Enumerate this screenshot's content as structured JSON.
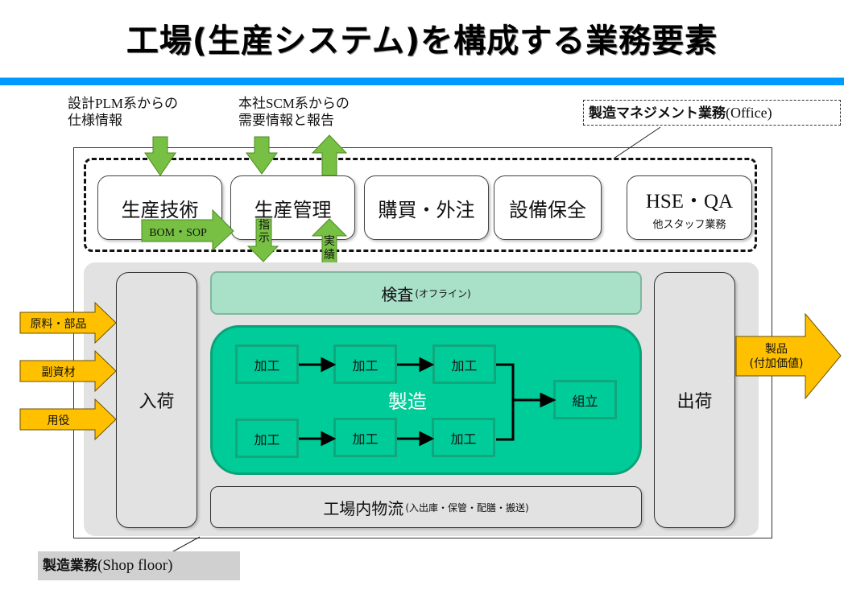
{
  "title": "工場(生産システム)を構成する業務要素",
  "colors": {
    "title_bar": "#0099ff",
    "green_arrow": "#77c043",
    "orange_arrow": "#ffc000",
    "manufacturing": "#00cc99",
    "inspection": "#a8e0c8",
    "shop_floor_bg": "#e2e2e2"
  },
  "inputs_top": {
    "plm_note": [
      "設計PLM系からの",
      "仕様情報"
    ],
    "scm_note": [
      "本社SCM系からの",
      "需要情報と報告"
    ]
  },
  "management": {
    "callout_bold": "製造マネジメント業務",
    "callout_latin": "(Office)",
    "boxes": [
      {
        "label": "生産技術"
      },
      {
        "label": "生産管理"
      },
      {
        "label": "購買・外注"
      },
      {
        "label": "設備保全"
      },
      {
        "label": "HSE・QA",
        "sub": "他スタッフ業務"
      }
    ],
    "arrows": {
      "bom_sop": "BOM・SOP",
      "instruction": [
        "指",
        "示"
      ],
      "results": [
        "実",
        "績"
      ]
    }
  },
  "shop_floor": {
    "receiving": "入荷",
    "shipping": "出荷",
    "inspection": {
      "main": "検査",
      "sub": "(オフライン)"
    },
    "manufacturing": {
      "label": "製造",
      "row1": [
        "加工",
        "加工",
        "加工"
      ],
      "row2": [
        "加工",
        "加工",
        "加工"
      ],
      "assembly": "組立"
    },
    "logistics": {
      "main": "工場内物流",
      "sub": "(入出庫・保管・配膳・搬送)"
    },
    "label_bold": "製造業務",
    "label_latin": "(Shop floor)"
  },
  "inputs_left": [
    "原料・部品",
    "副資材",
    "用役"
  ],
  "output_right": [
    "製品",
    "(付加価値)"
  ]
}
